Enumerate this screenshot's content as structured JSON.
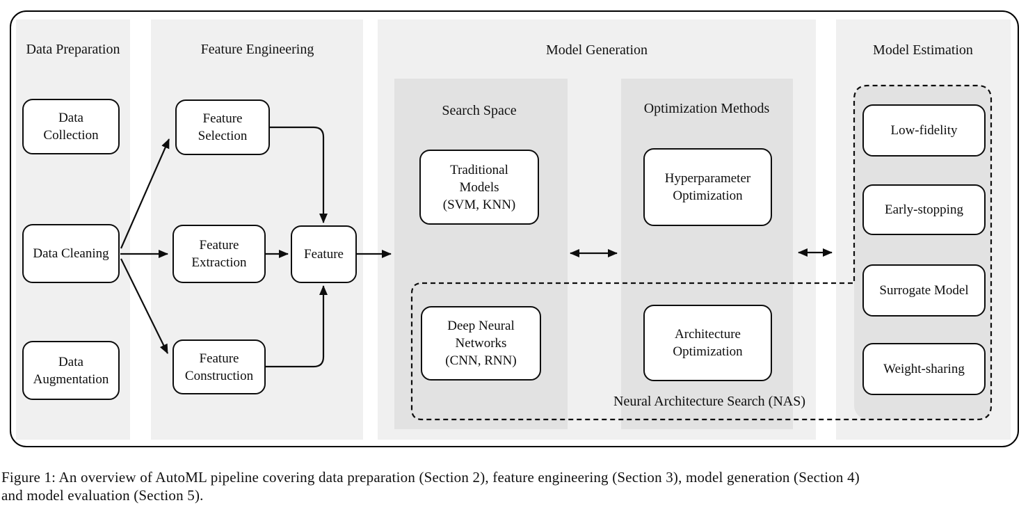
{
  "colors": {
    "band_light": "#f0f0f0",
    "band_dark": "#e2e2e2",
    "line": "#0d0d0d",
    "node_fill": "#ffffff"
  },
  "sections": {
    "data_preparation": {
      "title": "Data Preparation"
    },
    "feature_engineering": {
      "title": "Feature Engineering"
    },
    "model_generation": {
      "title": "Model Generation",
      "search_space": {
        "title": "Search Space"
      },
      "optimization_methods": {
        "title": "Optimization Methods"
      },
      "nas_label": "Neural Architecture Search (NAS)"
    },
    "model_estimation": {
      "title": "Model Estimation"
    }
  },
  "nodes": {
    "data_collection": "Data\nCollection",
    "data_cleaning": "Data Cleaning",
    "data_augmentation": "Data\nAugmentation",
    "feature_selection": "Feature\nSelection",
    "feature_extraction": "Feature\nExtraction",
    "feature_construction": "Feature\nConstruction",
    "feature": "Feature",
    "traditional_models": "Traditional\nModels\n(SVM, KNN)",
    "hyperparameter_optimization": "Hyperparameter\nOptimization",
    "deep_neural_networks": "Deep Neural\nNetworks\n(CNN, RNN)",
    "architecture_optimization": "Architecture\nOptimization",
    "low_fidelity": "Low-fidelity",
    "early_stopping": "Early-stopping",
    "surrogate_model": "Surrogate Model",
    "weight_sharing": "Weight-sharing"
  },
  "caption": "Figure 1: An overview of AutoML pipeline covering data preparation (Section 2), feature engineering (Section 3), model generation (Section 4)\nand model evaluation (Section 5)."
}
